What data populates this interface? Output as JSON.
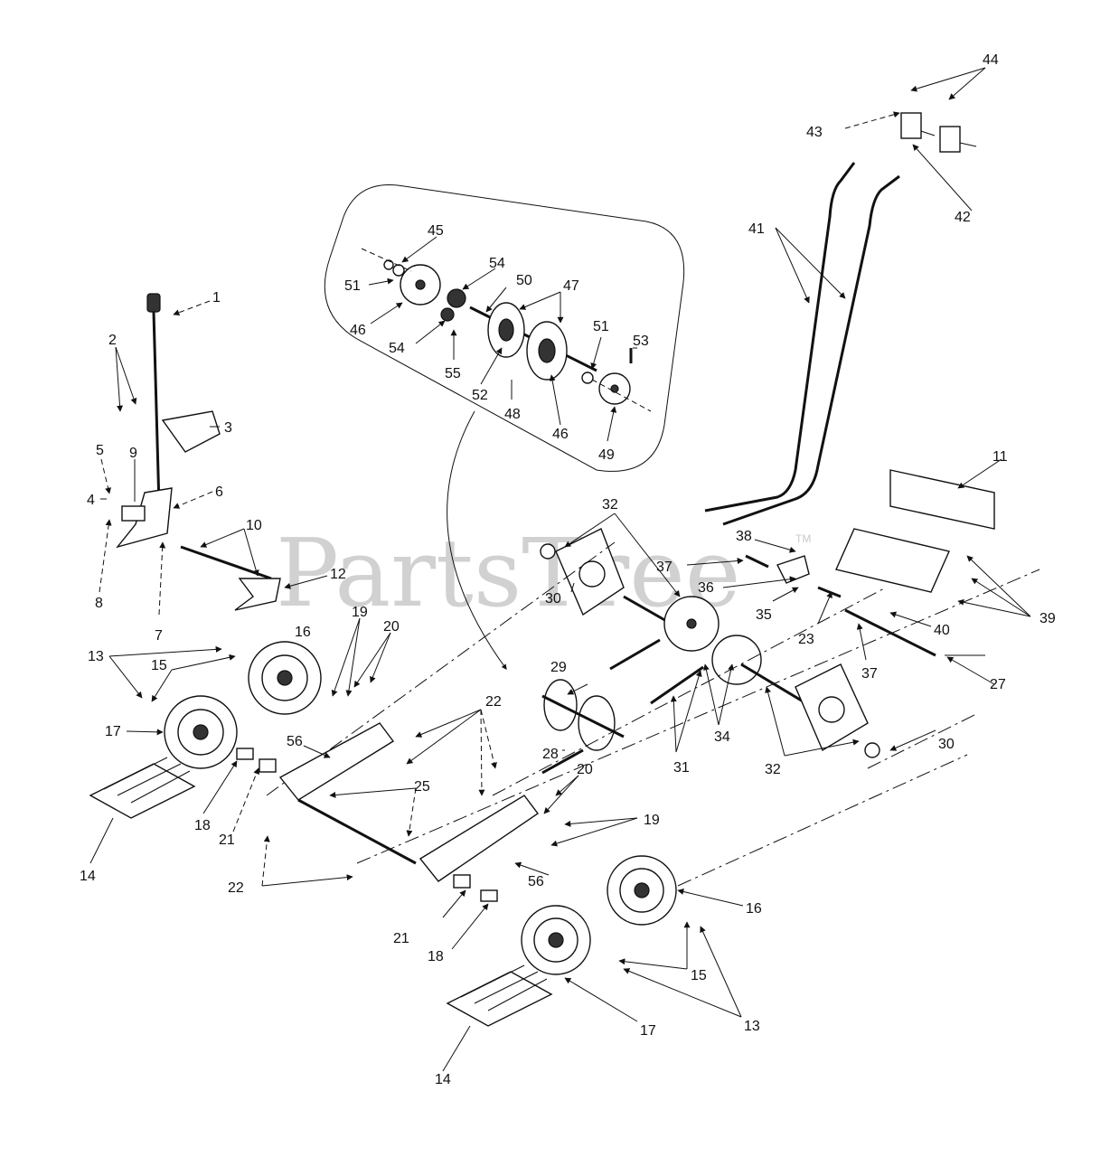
{
  "watermark": {
    "text": "PartsTree",
    "trademark": "TM"
  },
  "callouts": [
    {
      "id": "c1",
      "label": "1"
    },
    {
      "id": "c2",
      "label": "2"
    },
    {
      "id": "c3",
      "label": "3"
    },
    {
      "id": "c4",
      "label": "4"
    },
    {
      "id": "c5",
      "label": "5"
    },
    {
      "id": "c6",
      "label": "6"
    },
    {
      "id": "c7",
      "label": "7"
    },
    {
      "id": "c8",
      "label": "8"
    },
    {
      "id": "c9",
      "label": "9"
    },
    {
      "id": "c10",
      "label": "10"
    },
    {
      "id": "c11",
      "label": "11"
    },
    {
      "id": "c12",
      "label": "12"
    },
    {
      "id": "c13a",
      "label": "13"
    },
    {
      "id": "c13b",
      "label": "13"
    },
    {
      "id": "c14a",
      "label": "14"
    },
    {
      "id": "c14b",
      "label": "14"
    },
    {
      "id": "c15a",
      "label": "15"
    },
    {
      "id": "c15b",
      "label": "15"
    },
    {
      "id": "c16a",
      "label": "16"
    },
    {
      "id": "c16b",
      "label": "16"
    },
    {
      "id": "c17a",
      "label": "17"
    },
    {
      "id": "c17b",
      "label": "17"
    },
    {
      "id": "c18a",
      "label": "18"
    },
    {
      "id": "c18b",
      "label": "18"
    },
    {
      "id": "c19a",
      "label": "19"
    },
    {
      "id": "c19b",
      "label": "19"
    },
    {
      "id": "c20a",
      "label": "20"
    },
    {
      "id": "c20b",
      "label": "20"
    },
    {
      "id": "c21a",
      "label": "21"
    },
    {
      "id": "c21b",
      "label": "21"
    },
    {
      "id": "c22a",
      "label": "22"
    },
    {
      "id": "c22b",
      "label": "22"
    },
    {
      "id": "c23",
      "label": "23"
    },
    {
      "id": "c25",
      "label": "25"
    },
    {
      "id": "c27",
      "label": "27"
    },
    {
      "id": "c28",
      "label": "28"
    },
    {
      "id": "c29",
      "label": "29"
    },
    {
      "id": "c30a",
      "label": "30"
    },
    {
      "id": "c30b",
      "label": "30"
    },
    {
      "id": "c31",
      "label": "31"
    },
    {
      "id": "c32a",
      "label": "32"
    },
    {
      "id": "c32b",
      "label": "32"
    },
    {
      "id": "c34",
      "label": "34"
    },
    {
      "id": "c35",
      "label": "35"
    },
    {
      "id": "c36",
      "label": "36"
    },
    {
      "id": "c37a",
      "label": "37"
    },
    {
      "id": "c37b",
      "label": "37"
    },
    {
      "id": "c38",
      "label": "38"
    },
    {
      "id": "c39",
      "label": "39"
    },
    {
      "id": "c40",
      "label": "40"
    },
    {
      "id": "c41",
      "label": "41"
    },
    {
      "id": "c42",
      "label": "42"
    },
    {
      "id": "c43",
      "label": "43"
    },
    {
      "id": "c44",
      "label": "44"
    },
    {
      "id": "c45",
      "label": "45"
    },
    {
      "id": "c46a",
      "label": "46"
    },
    {
      "id": "c46b",
      "label": "46"
    },
    {
      "id": "c47",
      "label": "47"
    },
    {
      "id": "c48",
      "label": "48"
    },
    {
      "id": "c49",
      "label": "49"
    },
    {
      "id": "c50",
      "label": "50"
    },
    {
      "id": "c51a",
      "label": "51"
    },
    {
      "id": "c51b",
      "label": "51"
    },
    {
      "id": "c52",
      "label": "52"
    },
    {
      "id": "c53",
      "label": "53"
    },
    {
      "id": "c54a",
      "label": "54"
    },
    {
      "id": "c54b",
      "label": "54"
    },
    {
      "id": "c55",
      "label": "55"
    },
    {
      "id": "c56a",
      "label": "56"
    },
    {
      "id": "c56b",
      "label": "56"
    }
  ]
}
